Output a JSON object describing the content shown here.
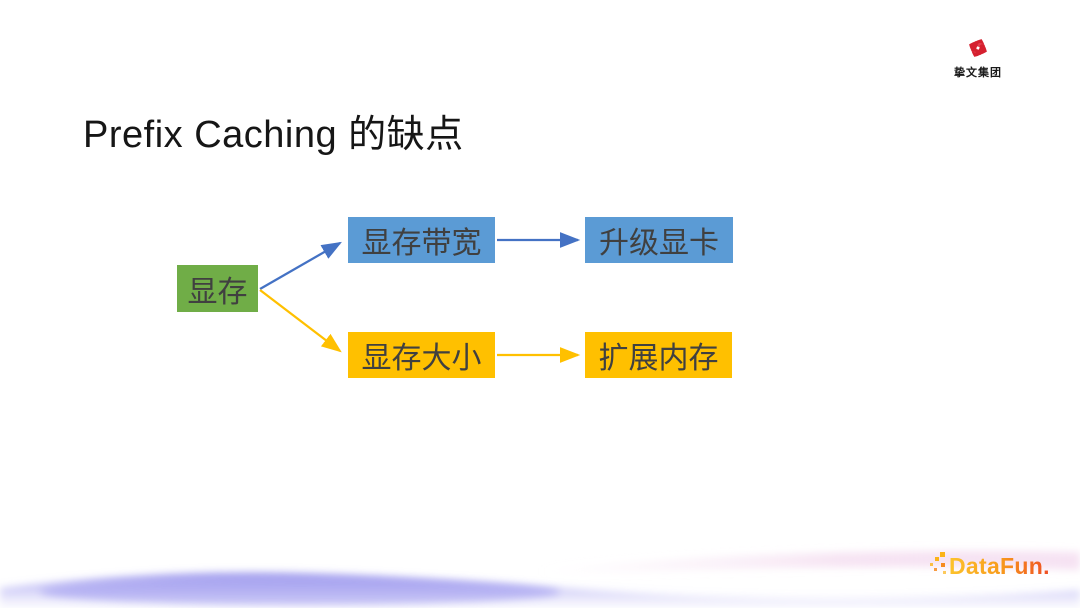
{
  "title": "Prefix Caching 的缺点",
  "corner_logo": {
    "label": "挚文集团",
    "icon": "hearts-pinwheel-icon",
    "icon_color": "#D5202F"
  },
  "diagram": {
    "root": {
      "label": "显存"
    },
    "rows": [
      {
        "problem": "显存带宽",
        "solution": "升级显卡"
      },
      {
        "problem": "显存大小",
        "solution": "扩展内存"
      }
    ]
  },
  "footer_brand": {
    "text": "DataFun."
  },
  "colors": {
    "root_box": "#70AD47",
    "row1_box": "#5B9BD5",
    "row2_box": "#FFC000",
    "row1_arrow": "#4472C4",
    "row2_arrow": "#FFC000",
    "box_text": "#404040",
    "logo_red": "#D5202F",
    "brand_gradient_start": "#FCC32C",
    "brand_gradient_end": "#EF4D24",
    "wave_purple": "#8B86E9"
  }
}
